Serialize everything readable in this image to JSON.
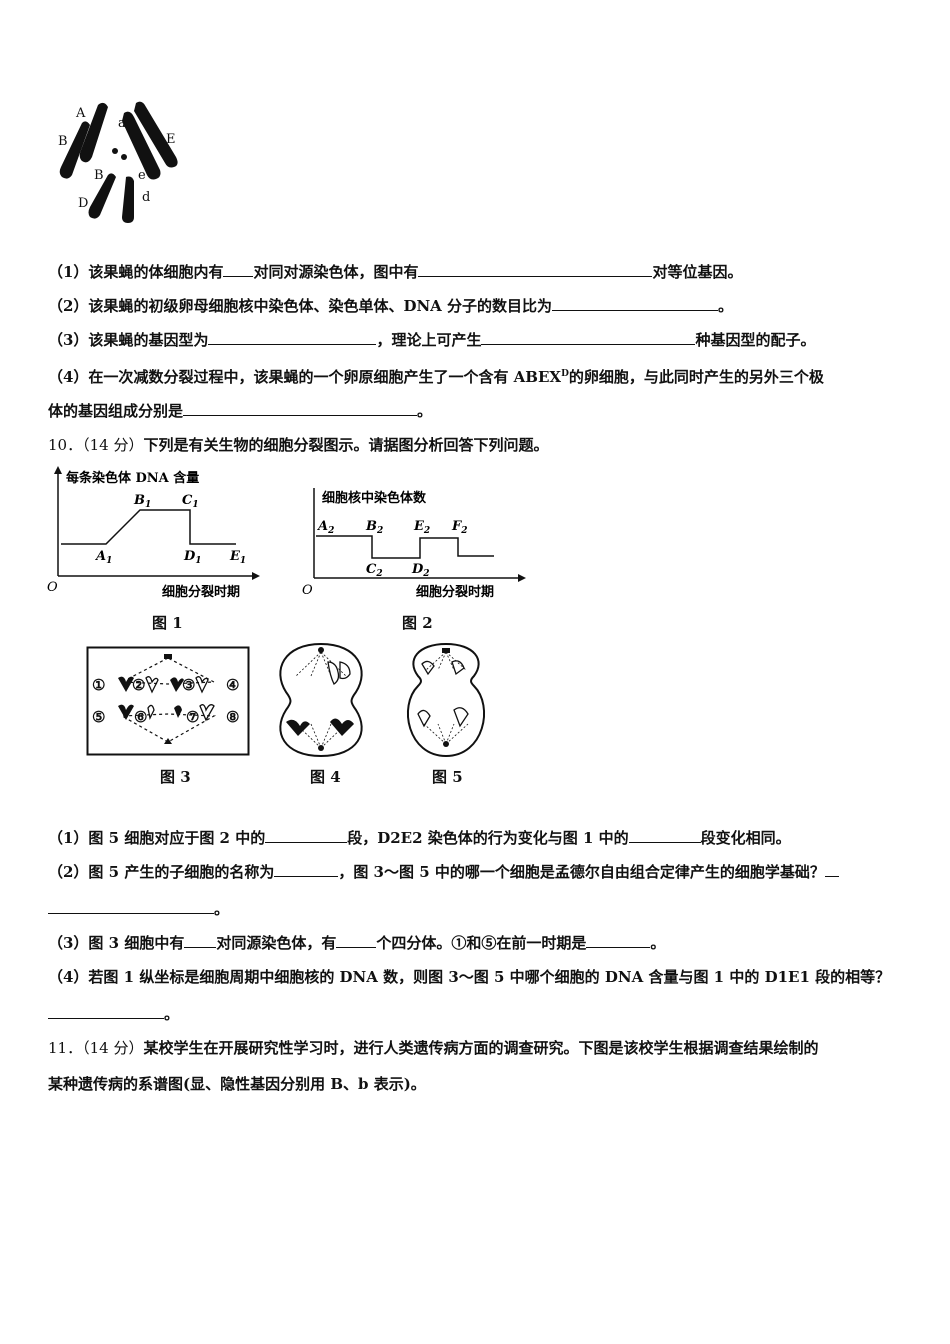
{
  "chromosome_figure": {
    "labels": [
      "A",
      "a",
      "B",
      "E",
      "B",
      "e",
      "D",
      "d"
    ]
  },
  "q9": {
    "p1": {
      "a": "（1）该果蝇的体细胞内有",
      "b": "对同对源染色体，图中有",
      "c": "对等位基因。"
    },
    "p2": {
      "a": "（2）该果蝇的初级卵母细胞核中染色体、染色单体、DNA 分子的数目比为",
      "b": "。"
    },
    "p3": {
      "a": "（3）该果蝇的基因型为",
      "b": "，理论上可产生",
      "c": "种基因型的配子。"
    },
    "p4": {
      "a": "（4）在一次减数分裂过程中，该果蝇的一个卵原细胞产生了一个含有 ABEX",
      "sup": "D",
      "b": "的卵细胞，与此同时产生的另外三个极"
    },
    "p4b": {
      "a": "体的基因组成分别是",
      "b": "。"
    }
  },
  "q10": {
    "num": "10．",
    "score": "（14 分）",
    "stem": "下列是有关生物的细胞分裂图示。请据图分析回答下列问题。",
    "fig1": {
      "ylabel": "每条染色体 DNA 含量",
      "xlabel": "细胞分裂时期",
      "origin": "O",
      "caption": "图 1",
      "points": {
        "A": "A",
        "A_sub": "1",
        "B": "B",
        "B_sub": "1",
        "C": "C",
        "C_sub": "1",
        "D": "D",
        "D_sub": "1",
        "E": "E",
        "E_sub": "1"
      }
    },
    "fig2": {
      "ylabel": "细胞核中染色体数",
      "xlabel": "细胞分裂时期",
      "origin": "O",
      "caption": "图 2",
      "points": {
        "A": "A",
        "A_sub": "2",
        "B": "B",
        "B_sub": "2",
        "C": "C",
        "C_sub": "2",
        "D": "D",
        "D_sub": "2",
        "E": "E",
        "E_sub": "2",
        "F": "F",
        "F_sub": "2"
      }
    },
    "fig3": {
      "caption": "图 3",
      "nums": [
        "①",
        "②",
        "③",
        "④",
        "⑤",
        "⑥",
        "⑦",
        "⑧"
      ]
    },
    "fig4": {
      "caption": "图 4"
    },
    "fig5": {
      "caption": "图 5"
    },
    "p1": {
      "a": "（1）图 5 细胞对应于图 2 中的",
      "b": "段，D2E2 染色体的行为变化与图 1 中的",
      "c": "段变化相同。"
    },
    "p2": {
      "a": "（2）图 5 产生的子细胞的名称为",
      "b": "，图 3～图 5 中的哪一个细胞是孟德尔自由组合定律产生的细胞学基础？"
    },
    "p2b": {
      "a": "。"
    },
    "p3": {
      "a": "（3）图 3 细胞中有",
      "b": "对同源染色体，有",
      "c": "个四分体。①和⑤在前一时期是",
      "d": "。"
    },
    "p4": {
      "a": "（4）若图 1 纵坐标是细胞周期中细胞核的 DNA 数，则图 3～图 5 中哪个细胞的 DNA 含量与图 1 中的 D1E1 段的相等？"
    },
    "p4b": {
      "a": "。"
    }
  },
  "q11": {
    "num": "11．",
    "score": "（14 分）",
    "stem": "某校学生在开展研究性学习时，进行人类遗传病方面的调查研究。下图是该校学生根据调查结果绘制的",
    "stem2": "某种遗传病的系谱图(显、隐性基因分别用 B、b 表示)。"
  }
}
